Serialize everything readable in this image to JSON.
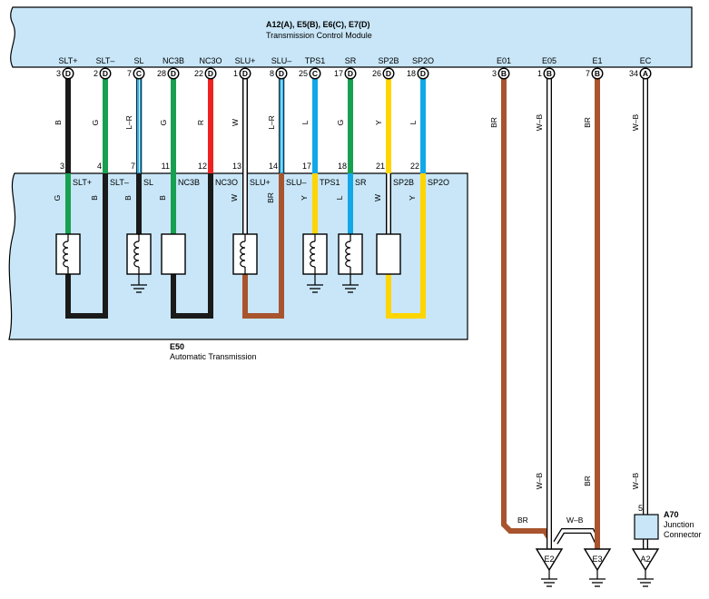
{
  "ecm": {
    "title": "A12(A), E5(B), E6(C), E7(D)",
    "subtitle": "Transmission Control Module",
    "pins": [
      {
        "name": "SLT+",
        "num": "3",
        "conn": "D"
      },
      {
        "name": "SLT–",
        "num": "2",
        "conn": "D"
      },
      {
        "name": "SL",
        "num": "7",
        "conn": "C"
      },
      {
        "name": "NC3B",
        "num": "28",
        "conn": "D"
      },
      {
        "name": "NC3O",
        "num": "22",
        "conn": "D"
      },
      {
        "name": "SLU+",
        "num": "1",
        "conn": "D"
      },
      {
        "name": "SLU–",
        "num": "8",
        "conn": "D"
      },
      {
        "name": "TPS1",
        "num": "25",
        "conn": "C"
      },
      {
        "name": "SR",
        "num": "17",
        "conn": "D"
      },
      {
        "name": "SP2B",
        "num": "26",
        "conn": "D"
      },
      {
        "name": "SP2O",
        "num": "18",
        "conn": "D"
      },
      {
        "name": "E01",
        "num": "3",
        "conn": "B"
      },
      {
        "name": "E05",
        "num": "1",
        "conn": "B"
      },
      {
        "name": "E1",
        "num": "7",
        "conn": "B"
      },
      {
        "name": "EC",
        "num": "34",
        "conn": "A"
      }
    ]
  },
  "wire_codes": [
    "B",
    "G",
    "L–R",
    "G",
    "R",
    "W",
    "L–R",
    "L",
    "G",
    "Y",
    "L",
    "BR",
    "W–B",
    "BR",
    "W–B"
  ],
  "transmission": {
    "id": "E50",
    "label": "Automatic Transmission",
    "pins": [
      {
        "num": "3",
        "name": "SLT+",
        "code": "G"
      },
      {
        "num": "4",
        "name": "SLT–",
        "code": "B"
      },
      {
        "num": "7",
        "name": "SL",
        "code": "B"
      },
      {
        "num": "11",
        "name": "NC3B",
        "code": "B"
      },
      {
        "num": "12",
        "name": "NC3O",
        "code": ""
      },
      {
        "num": "13",
        "name": "SLU+",
        "code": "W"
      },
      {
        "num": "14",
        "name": "SLU–",
        "code": "BR"
      },
      {
        "num": "17",
        "name": "TPS1",
        "code": "Y"
      },
      {
        "num": "18",
        "name": "SR",
        "code": "L"
      },
      {
        "num": "21",
        "name": "SP2B",
        "code": "W"
      },
      {
        "num": "22",
        "name": "SP2O",
        "code": "Y"
      }
    ]
  },
  "ground_wire_codes": {
    "e01": "BR",
    "e05": "W–B",
    "e1": "BR",
    "ec": "W–B",
    "bridge": "W–B"
  },
  "junction": {
    "id": "A70",
    "label1": "Junction",
    "label2": "Connector",
    "pin": "5"
  },
  "grounds": [
    "E2",
    "E3",
    "A2"
  ],
  "colors": {
    "panel": "#c8e6f8",
    "B": "#1a1a1a",
    "G": "#17a050",
    "R": "#ee2222",
    "L": "#12a8e8",
    "Y": "#ffd500",
    "BR": "#a8542e",
    "W": "#ffffff"
  }
}
